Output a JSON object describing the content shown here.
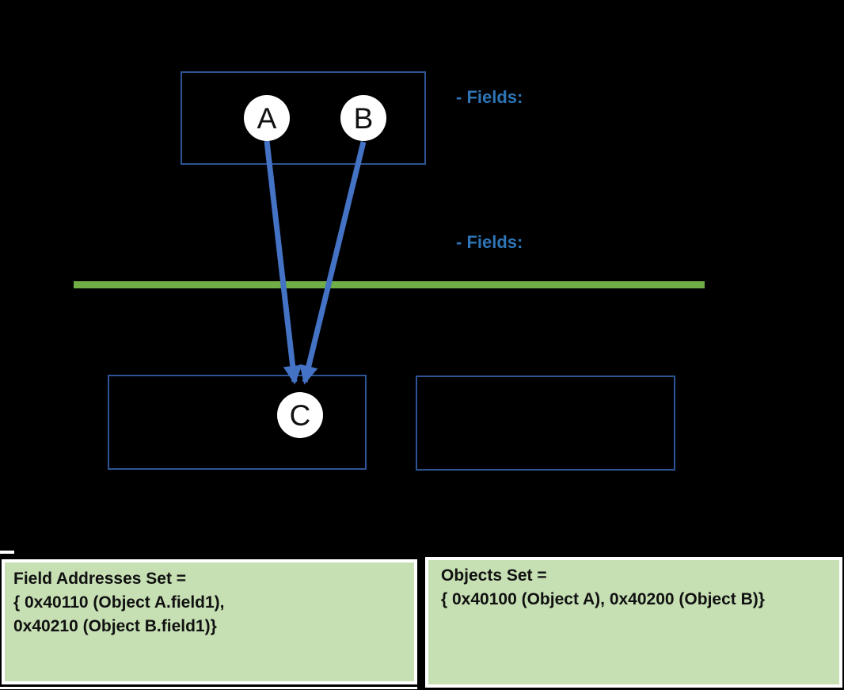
{
  "diagram": {
    "colors": {
      "background": "#000000",
      "rect_border": "#2E5496",
      "arrow_blue": "#4472C4",
      "fields_label": "#2E75B6",
      "green_line": "#70AD47",
      "green_box_fill": "#C6E0B4",
      "green_box_border": "#FFFFFF",
      "node_fill": "#FFFFFF"
    },
    "nodes": {
      "a": {
        "label": "A"
      },
      "b": {
        "label": "B"
      },
      "c": {
        "label": "C"
      }
    },
    "labels": {
      "fields_top": "- Fields:",
      "fields_middle": "- Fields:"
    },
    "boxes": {
      "field_addresses": {
        "lines": [
          "Field Addresses Set =",
          "{ 0x40110 (Object A.field1),",
          "0x40210 (Object B.field1)}"
        ]
      },
      "objects_set": {
        "lines": [
          "Objects Set =",
          "{ 0x40100 (Object A), 0x40200 (Object B)}"
        ]
      }
    }
  }
}
